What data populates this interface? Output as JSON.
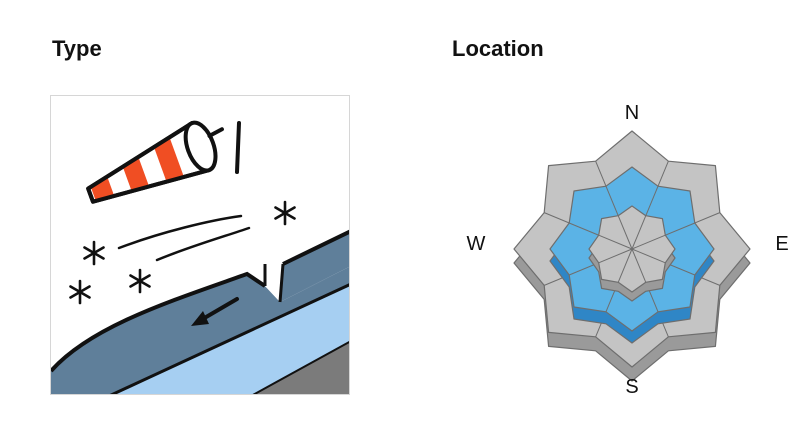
{
  "type_section": {
    "heading": "Type",
    "icon": "wind-slab-icon"
  },
  "location_section": {
    "heading": "Location",
    "compass": {
      "north": "N",
      "east": "E",
      "south": "S",
      "west": "W"
    },
    "highlighted_band": "middle",
    "colors": {
      "highlight": "#5bb3e6",
      "highlight_dark": "#2f86c6",
      "base": "#c4c4c4",
      "base_dark": "#9a9a9a",
      "outline": "#6e6e6e"
    }
  }
}
